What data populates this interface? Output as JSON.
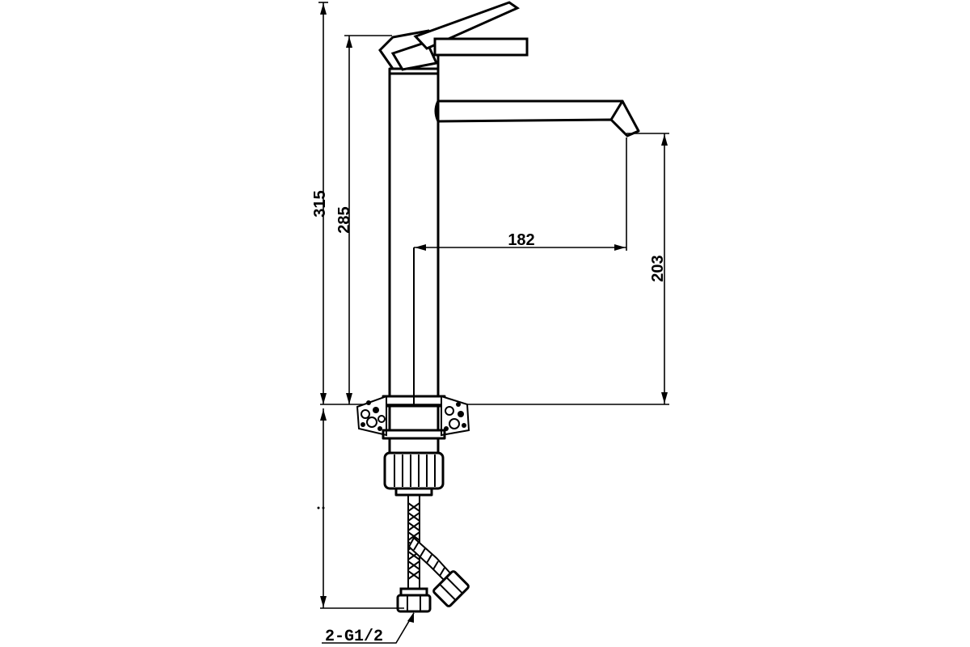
{
  "dimensions": {
    "overall_height": "315",
    "body_height": "285",
    "spout_reach": "182",
    "spout_clearance": "203"
  },
  "connection_label": "2-G1/2"
}
